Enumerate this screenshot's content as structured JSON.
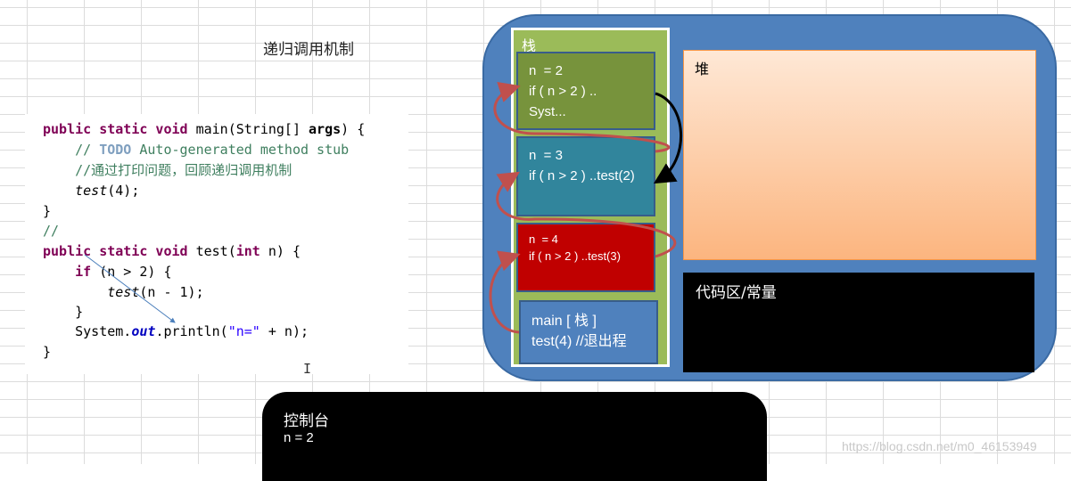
{
  "title": "递归调用机制",
  "code": {
    "lines": [
      [
        {
          "t": "public static void",
          "c": "kw"
        },
        {
          "t": " main(String[] "
        },
        {
          "t": "args",
          "c": "bold"
        },
        {
          "t": ") {"
        }
      ],
      [
        {
          "t": "    "
        },
        {
          "t": "// ",
          "c": "cm"
        },
        {
          "t": "TODO",
          "c": "todo"
        },
        {
          "t": " Auto-generated method stub",
          "c": "cm"
        }
      ],
      [
        {
          "t": "    "
        },
        {
          "t": "//通过打印问题，回顾递归调用机制",
          "c": "cm"
        }
      ],
      [
        {
          "t": "    "
        },
        {
          "t": "test",
          "c": "it"
        },
        {
          "t": "(4);"
        }
      ],
      [
        {
          "t": "}"
        }
      ],
      [
        {
          "t": "//",
          "c": "cm"
        }
      ],
      [
        {
          "t": "public static void",
          "c": "kw"
        },
        {
          "t": " test("
        },
        {
          "t": "int",
          "c": "kw"
        },
        {
          "t": " n) {"
        }
      ],
      [
        {
          "t": "    "
        },
        {
          "t": "if",
          "c": "kw"
        },
        {
          "t": " (n > 2) {"
        }
      ],
      [
        {
          "t": "        "
        },
        {
          "t": "test",
          "c": "it"
        },
        {
          "t": "(n - 1);"
        }
      ],
      [
        {
          "t": "    }"
        }
      ],
      [
        {
          "t": "    System."
        },
        {
          "t": "out",
          "c": "fld"
        },
        {
          "t": ".println("
        },
        {
          "t": "\"n=\"",
          "c": "str"
        },
        {
          "t": " + n);"
        }
      ],
      [
        {
          "t": "}"
        }
      ]
    ]
  },
  "memory": {
    "stack_label": "栈",
    "frames": [
      {
        "lines": [
          "n  = 2",
          "if ( n > 2 ) ..",
          "Syst..."
        ]
      },
      {
        "lines": [
          "n  = 3",
          "if ( n > 2 ) ..test(2)"
        ]
      },
      {
        "lines": [
          "n  = 4",
          "if ( n > 2 ) ..test(3)"
        ]
      },
      {
        "lines": [
          "main [ 栈 ]",
          "test(4) //退出程"
        ]
      }
    ],
    "heap_label": "堆",
    "code_area_label": "代码区/常量"
  },
  "console": {
    "title": "控制台",
    "output": "n = 2"
  },
  "cursor_glyph": "I",
  "watermark": "https://blog.csdn.net/m0_46153949",
  "colors": {
    "memory_bg": "#4f81bd",
    "stack_bg": "#9bbb59",
    "frame_green": "#77933c",
    "frame_teal": "#31859c",
    "frame_red": "#c00000",
    "frame_blue": "#4f81bd",
    "arrow_red": "#c0504d"
  }
}
